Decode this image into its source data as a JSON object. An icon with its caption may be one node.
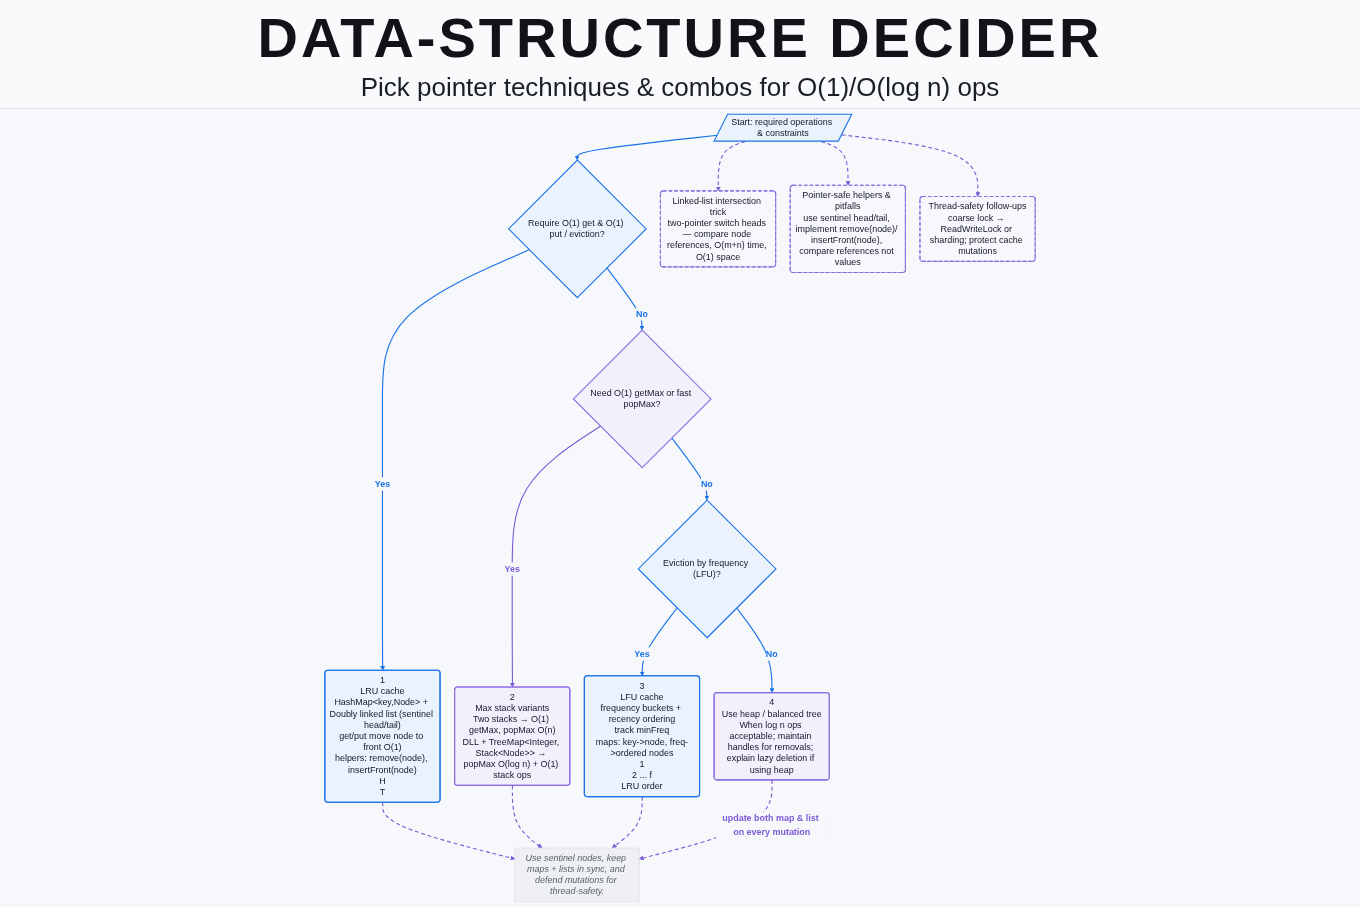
{
  "diagram": {
    "title": "DATA-STRUCTURE DECIDER",
    "nodes": [
      {
        "text": [
          "Start: required operations & constraints"
        ]
      },
      {
        "text": [
          "Require O(1) get & O(1) put / eviction?"
        ]
      },
      {
        "text": [
          "Need O(1) getMax or fast popMax?"
        ]
      },
      {
        "text": [
          "Eviction by frequency (LFU)?"
        ]
      },
      {
        "text": [
          "1",
          "LRU cache",
          "HashMap<key,Node> + Doubly linked list (sentinel head/tail)",
          "get/put move node to front O(1)",
          "helpers: remove(node), insertFront(node)",
          "H",
          "T"
        ]
      },
      {
        "text": [
          "2",
          "Max stack variants",
          "Two stacks → O(1) getMax, popMax O(n)",
          "DLL + TreeMap<Integer, Stack<Node>> → popMax O(log n) + O(1) stack ops"
        ]
      },
      {
        "text": [
          "3",
          "LFU cache",
          "frequency buckets + recency ordering",
          "track minFreq",
          "maps: key->node, freq->ordered nodes",
          "1",
          "2 ... f",
          "LRU order"
        ]
      },
      {
        "text": [
          "4",
          "Use heap / balanced tree",
          "When log n ops acceptable; maintain handles for removals; explain lazy deletion if using heap"
        ]
      },
      {
        "text": [
          "Linked-list intersection trick",
          "two-pointer switch heads — compare node references, O(m+n) time, O(1) space"
        ]
      },
      {
        "text": [
          "Pointer-safe helpers & pitfalls",
          "use sentinel head/tail, implement remove(node)/ insertFront(node), compare references not values"
        ]
      },
      {
        "text": [
          "Thread-safety follow-ups",
          "coarse lock → ReadWriteLock or sharding; protect cache mutations"
        ]
      },
      {
        "text": [
          "Use sentinel nodes, keep maps + lists in sync, and defend mutations for thread-safety."
        ]
      }
    ],
    "edges": [
      {
        "from": 0,
        "to": 1,
        "arrow": "to",
        "color": "#1a73e8"
      },
      {
        "from": 1,
        "to": 4,
        "arrow": "to",
        "label": "Yes",
        "color": "#1a73e8"
      },
      {
        "from": 1,
        "to": 2,
        "arrow": "to",
        "label": "No",
        "color": "#1a73e8"
      },
      {
        "from": 2,
        "to": 5,
        "arrow": "to",
        "label": "Yes"
      },
      {
        "from": 2,
        "to": 3,
        "arrow": "to",
        "label": "No",
        "color": "#1a73e8"
      },
      {
        "from": 3,
        "to": 6,
        "arrow": "to",
        "label": "Yes",
        "color": "#1a73e8"
      },
      {
        "from": 3,
        "to": 7,
        "arrow": "to",
        "label": "No",
        "color": "#1a73e8"
      },
      {
        "from": 0,
        "to": 8,
        "arrow": "to",
        "style": "dashed"
      },
      {
        "from": 0,
        "to": 9,
        "arrow": "to",
        "style": "dashed"
      },
      {
        "from": 0,
        "to": 10,
        "arrow": "to",
        "style": "dashed"
      },
      {
        "from": 4,
        "to": 11,
        "arrow": "to",
        "style": "dashed"
      },
      {
        "from": 5,
        "to": 11,
        "arrow": "to",
        "style": "dashed"
      },
      {
        "from": 6,
        "to": 11,
        "arrow": "to",
        "style": "dashed"
      },
      {
        "from": 7,
        "to": 11,
        "arrow": "to",
        "style": "dashed",
        "label": "update both map & list on every mutation"
      }
    ],
    "labels": [
      "Pick pointer techniques & combos for O(1)/O(log n) ops"
    ]
  }
}
